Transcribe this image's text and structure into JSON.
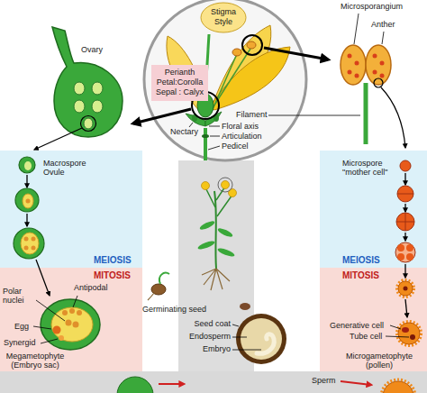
{
  "diagram": {
    "nodes": [
      {
        "text": [
          "Stigma",
          "Style"
        ]
      },
      {
        "text": [
          "Perianth",
          "Petal:Corolla",
          "Sepal : Calyx"
        ]
      },
      {
        "text": [
          "MEIOSIS"
        ]
      },
      {
        "text": [
          "MEIOSIS"
        ]
      },
      {
        "text": [
          "MITOSIS"
        ]
      },
      {
        "text": [
          "MITOSIS"
        ]
      }
    ],
    "labels": [
      "Ovary",
      "Microsporangium",
      "Anther",
      "Filament",
      "Nectary",
      "Floral axis",
      "Articulation",
      "Pedicel",
      "Macrospore Ovule",
      "Microspore \"mother cell\"",
      "Polar nuclei",
      "Antipodal",
      "Egg",
      "Synergid",
      "Megametophyte (Embryo sac)",
      "Germinating seed",
      "Seed coat",
      "Endosperm",
      "Embryo",
      "Generative cell",
      "Tube cell",
      "Microgametophyte (pollen)",
      "Sperm"
    ]
  }
}
